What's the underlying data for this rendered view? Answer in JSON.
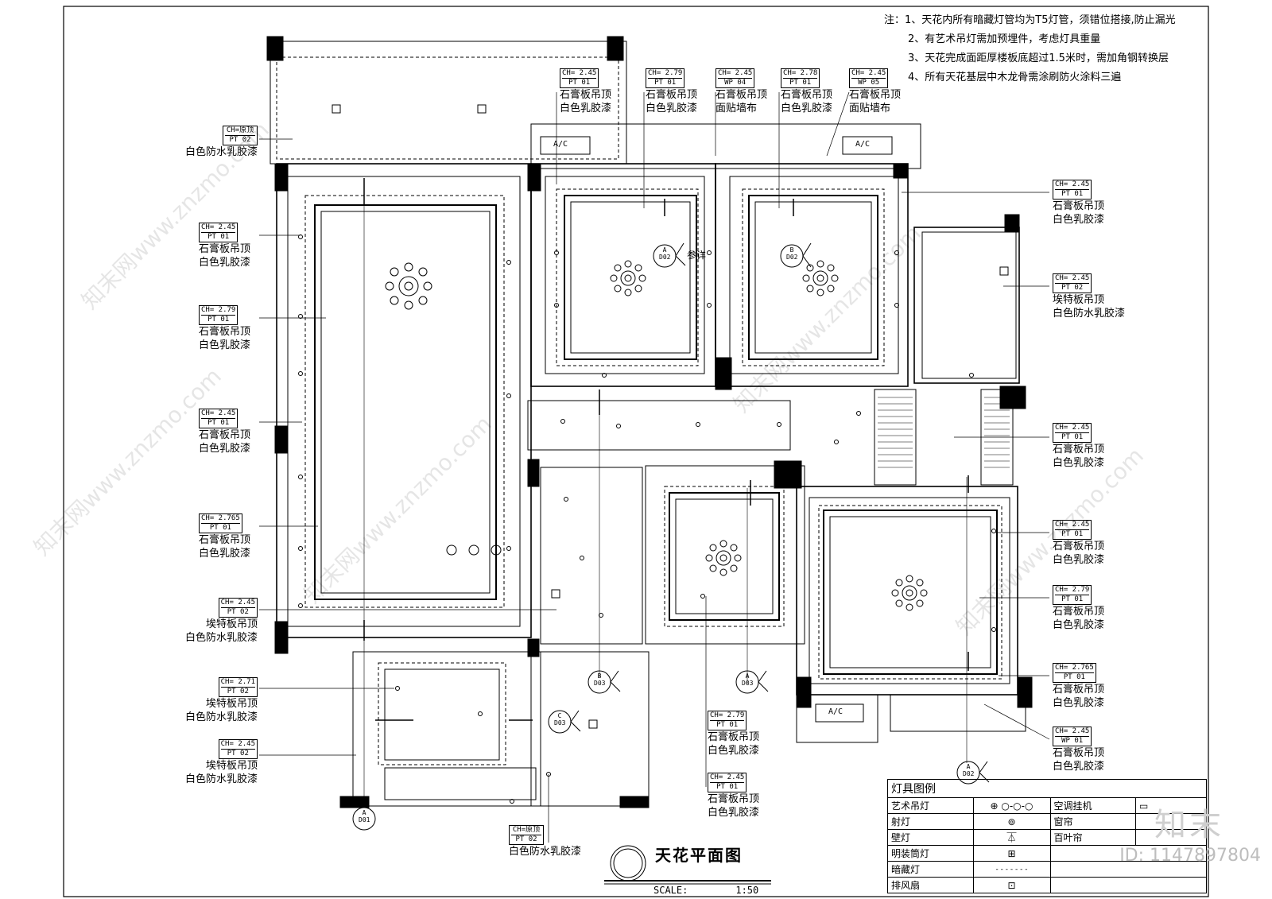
{
  "notes": [
    "注：1、天花内所有暗藏灯管均为T5灯管，须错位搭接,防止漏光",
    "2、有艺术吊灯需加预埋件，考虑灯具重量",
    "3、天花完成面距厚楼板底超过1.5米时，需加角钢转换层",
    "4、所有天花基层中木龙骨需涂刷防火涂料三遍"
  ],
  "top_tags": [
    {
      "ch": "CH= 2.45",
      "code": "PT 01",
      "l1": "石膏板吊顶",
      "l2": "白色乳胶漆"
    },
    {
      "ch": "CH= 2.79",
      "code": "PT 01",
      "l1": "石膏板吊顶",
      "l2": "白色乳胶漆"
    },
    {
      "ch": "CH= 2.45",
      "code": "WP 04",
      "l1": "石膏板吊顶",
      "l2": "面贴墙布"
    },
    {
      "ch": "CH= 2.78",
      "code": "PT 01",
      "l1": "石膏板吊顶",
      "l2": "白色乳胶漆"
    },
    {
      "ch": "CH= 2.45",
      "code": "WP 05",
      "l1": "石膏板吊顶",
      "l2": "面贴墙布"
    }
  ],
  "left_tags": [
    {
      "ch": "CH=原顶",
      "code": "PT 02",
      "l1": "白色防水乳胶漆",
      "l2": ""
    },
    {
      "ch": "CH= 2.45",
      "code": "PT 01",
      "l1": "石膏板吊顶",
      "l2": "白色乳胶漆"
    },
    {
      "ch": "CH= 2.79",
      "code": "PT 01",
      "l1": "石膏板吊顶",
      "l2": "白色乳胶漆"
    },
    {
      "ch": "CH= 2.45",
      "code": "PT 01",
      "l1": "石膏板吊顶",
      "l2": "白色乳胶漆"
    },
    {
      "ch": "CH= 2.765",
      "code": "PT 01",
      "l1": "石膏板吊顶",
      "l2": "白色乳胶漆"
    },
    {
      "ch": "CH= 2.45",
      "code": "PT 02",
      "l1": "埃特板吊顶",
      "l2": "白色防水乳胶漆"
    },
    {
      "ch": "CH= 2.71",
      "code": "PT 02",
      "l1": "埃特板吊顶",
      "l2": "白色防水乳胶漆"
    },
    {
      "ch": "CH= 2.45",
      "code": "PT 02",
      "l1": "埃特板吊顶",
      "l2": "白色防水乳胶漆"
    }
  ],
  "right_tags": [
    {
      "ch": "CH= 2.45",
      "code": "PT 01",
      "l1": "石膏板吊顶",
      "l2": "白色乳胶漆"
    },
    {
      "ch": "CH= 2.45",
      "code": "PT 02",
      "l1": "埃特板吊顶",
      "l2": "白色防水乳胶漆"
    },
    {
      "ch": "CH= 2.45",
      "code": "PT 01",
      "l1": "石膏板吊顶",
      "l2": "白色乳胶漆"
    },
    {
      "ch": "CH= 2.45",
      "code": "PT 01",
      "l1": "石膏板吊顶",
      "l2": "白色乳胶漆"
    },
    {
      "ch": "CH= 2.79",
      "code": "PT 01",
      "l1": "石膏板吊顶",
      "l2": "白色乳胶漆"
    },
    {
      "ch": "CH= 2.765",
      "code": "PT 01",
      "l1": "石膏板吊顶",
      "l2": "白色乳胶漆"
    },
    {
      "ch": "CH= 2.45",
      "code": "WP 01",
      "l1": "石膏板吊顶",
      "l2": "白色乳胶漆"
    }
  ],
  "center_tags": [
    {
      "ch": "CH= 2.79",
      "code": "PT 01",
      "l1": "石膏板吊顶",
      "l2": "白色乳胶漆"
    },
    {
      "ch": "CH= 2.45",
      "code": "PT 01",
      "l1": "石膏板吊顶",
      "l2": "白色乳胶漆"
    },
    {
      "ch": "CH=原顶",
      "code": "PT 02",
      "l1": "白色防水乳胶漆",
      "l2": ""
    }
  ],
  "ac_labels": [
    "A/C",
    "A/C",
    "A/C"
  ],
  "detail_ref": "参详",
  "section_marks": [
    {
      "letter": "A",
      "sheet": "D02"
    },
    {
      "letter": "B",
      "sheet": "D02"
    },
    {
      "letter": "B",
      "sheet": "D03"
    },
    {
      "letter": "A",
      "sheet": "D03"
    },
    {
      "letter": "C",
      "sheet": "D03"
    },
    {
      "letter": "A",
      "sheet": "D02"
    },
    {
      "letter": "A",
      "sheet": "D01"
    }
  ],
  "title": "天花平面图",
  "scale_label": "SCALE:",
  "scale_value": "1:50",
  "legend": {
    "title": "灯具图例",
    "rows": [
      {
        "name": "艺术吊灯",
        "name2": "空调挂机"
      },
      {
        "name": "射灯",
        "name2": "窗帘"
      },
      {
        "name": "壁灯",
        "name2": "百叶帘"
      },
      {
        "name": "明装筒灯",
        "name2": ""
      },
      {
        "name": "暗藏灯",
        "name2": ""
      },
      {
        "name": "排风扇",
        "name2": ""
      }
    ]
  },
  "watermark": "知末网www.znzmo.com",
  "logo_text": "知末",
  "id_text": "ID: 1147897804"
}
